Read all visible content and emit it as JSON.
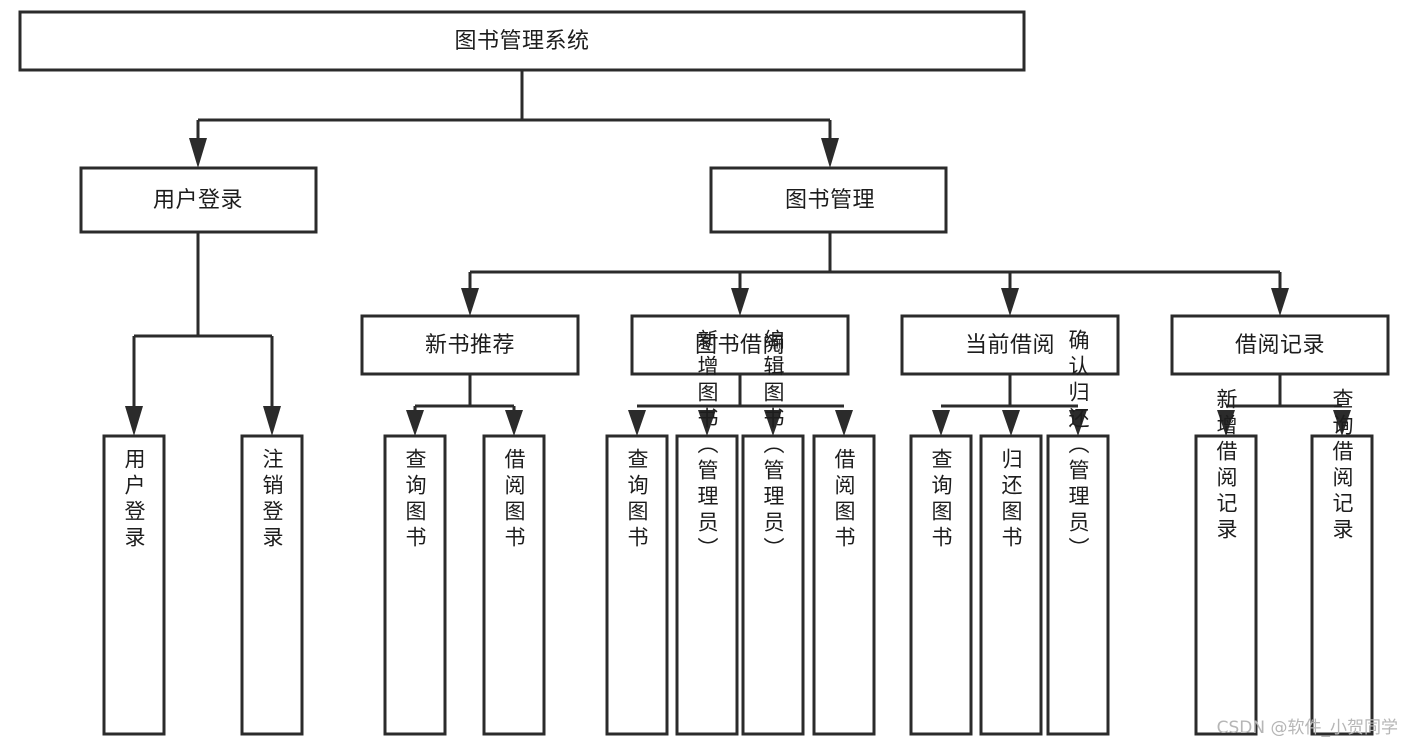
{
  "diagram": {
    "type": "tree-hierarchy-chart",
    "title_node": {
      "id": "root",
      "label": "图书管理系统"
    },
    "level2": [
      {
        "id": "user-login",
        "label": "用户登录"
      },
      {
        "id": "book-management",
        "label": "图书管理"
      }
    ],
    "level3": [
      {
        "id": "new-book-recommend",
        "label": "新书推荐",
        "parent": "book-management"
      },
      {
        "id": "book-borrow",
        "label": "图书借阅",
        "parent": "book-management"
      },
      {
        "id": "current-borrow",
        "label": "当前借阅",
        "parent": "book-management"
      },
      {
        "id": "borrow-record",
        "label": "借阅记录",
        "parent": "book-management"
      }
    ],
    "leaves": [
      {
        "id": "leaf-user-login",
        "label": "用户登录",
        "parent": "user-login"
      },
      {
        "id": "leaf-logout-login",
        "label": "注销登录",
        "parent": "user-login"
      },
      {
        "id": "leaf-query-book-1",
        "label": "查询图书",
        "parent": "new-book-recommend"
      },
      {
        "id": "leaf-borrow-book-1",
        "label": "借阅图书",
        "parent": "new-book-recommend"
      },
      {
        "id": "leaf-query-book-2",
        "label": "查询图书",
        "parent": "book-borrow"
      },
      {
        "id": "leaf-add-book-admin",
        "label": "新增图书（管理员）",
        "parent": "book-borrow"
      },
      {
        "id": "leaf-edit-book-admin",
        "label": "编辑图书（管理员）",
        "parent": "book-borrow"
      },
      {
        "id": "leaf-borrow-book-2",
        "label": "借阅图书",
        "parent": "book-borrow"
      },
      {
        "id": "leaf-query-book-3",
        "label": "查询图书",
        "parent": "current-borrow"
      },
      {
        "id": "leaf-return-book",
        "label": "归还图书",
        "parent": "current-borrow"
      },
      {
        "id": "leaf-confirm-return-admin",
        "label": "确认归还（管理员）",
        "parent": "current-borrow"
      },
      {
        "id": "leaf-add-borrow-record",
        "label": "新增借阅记录",
        "parent": "borrow-record"
      },
      {
        "id": "leaf-query-borrow-record",
        "label": "查询借阅记录",
        "parent": "borrow-record"
      }
    ],
    "colors": {
      "stroke": "#2b2b2b",
      "fill": "#ffffff",
      "text": "#1d1d1d",
      "watermark": "#b6b6b6"
    }
  },
  "watermark": {
    "text": "CSDN @软件_小贺同学"
  }
}
